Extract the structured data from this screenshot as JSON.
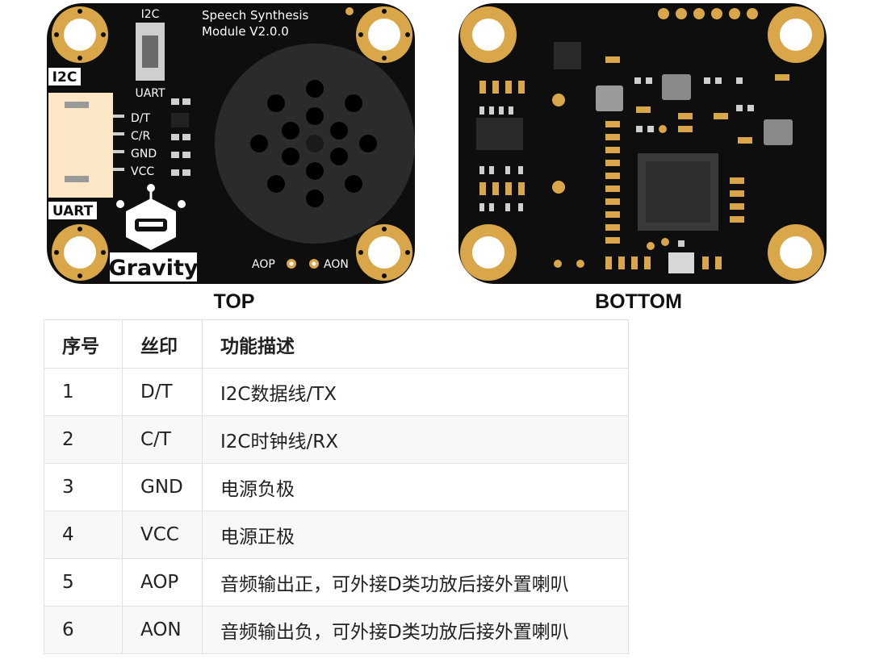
{
  "top_board": {
    "title_line1": "Speech  Synthesis",
    "title_line2": "Module V2.0.0",
    "switch_top": "I2C",
    "switch_bottom": "UART",
    "side_label_i2c": "I2C",
    "side_label_uart": "UART",
    "pins": [
      "D/T",
      "C/R",
      "GND",
      "VCC"
    ],
    "brand": "Gravity",
    "aop": "AOP",
    "aon": "AON"
  },
  "captions": {
    "top": "TOP",
    "bottom": "BOTTOM"
  },
  "table": {
    "headers": [
      "序号",
      "丝印",
      "功能描述"
    ],
    "rows": [
      [
        "1",
        "D/T",
        "I2C数据线/TX"
      ],
      [
        "2",
        "C/T",
        "I2C时钟线/RX"
      ],
      [
        "3",
        "GND",
        "电源负极"
      ],
      [
        "4",
        "VCC",
        "电源正极"
      ],
      [
        "5",
        "AOP",
        "音频输出正，可外接D类功放后接外置喇叭"
      ],
      [
        "6",
        "AON",
        "音频输出负，可外接D类功放后接外置喇叭"
      ]
    ]
  },
  "colors": {
    "board": "#111111",
    "gold": "#d9a74a",
    "connector": "#fbe7c6"
  }
}
